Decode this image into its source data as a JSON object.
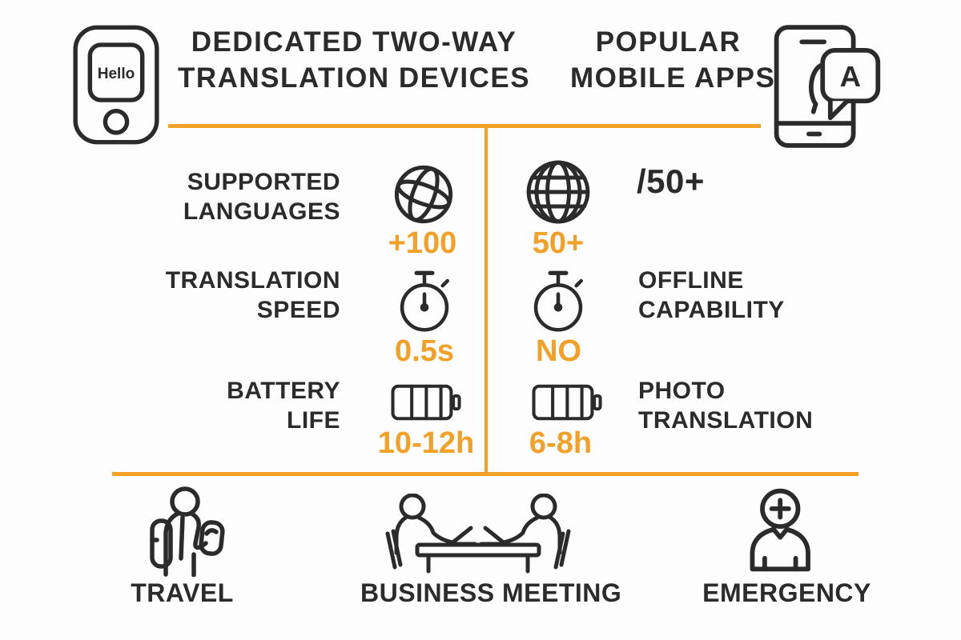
{
  "colors": {
    "accent": "#F2A128",
    "ink": "#2B2B2B",
    "background": "#FDFDFD"
  },
  "header": {
    "left_title": {
      "line1": "DEDICATED TWO-WAY",
      "line2": "TRANSLATION DEVICES"
    },
    "right_title": {
      "line1": "POPULAR",
      "line2": "MOBILE APPS"
    },
    "device_screen_text": "Hello",
    "app_bubble_letter": "A"
  },
  "comparison": {
    "rows": [
      {
        "label": {
          "line1": "SUPPORTED",
          "line2": "LANGUAGES"
        },
        "device_value": "+100",
        "app_value": "50+",
        "app_note": {
          "line1": "/50+",
          "line2": ""
        }
      },
      {
        "label": {
          "line1": "TRANSLATION",
          "line2": "SPEED"
        },
        "device_value": "0.5s",
        "app_value": "NO",
        "app_note": {
          "line1": "OFFLINE",
          "line2": "CAPABILITY"
        }
      },
      {
        "label": {
          "line1": "BATTERY",
          "line2": "LIFE"
        },
        "device_value": "10-12h",
        "app_value": "6-8h",
        "app_note": {
          "line1": "PHOTO",
          "line2": "TRANSLATION"
        }
      }
    ]
  },
  "use_cases": [
    {
      "label": "TRAVEL"
    },
    {
      "label": "BUSINESS MEETING"
    },
    {
      "label": "EMERGENCY"
    }
  ]
}
